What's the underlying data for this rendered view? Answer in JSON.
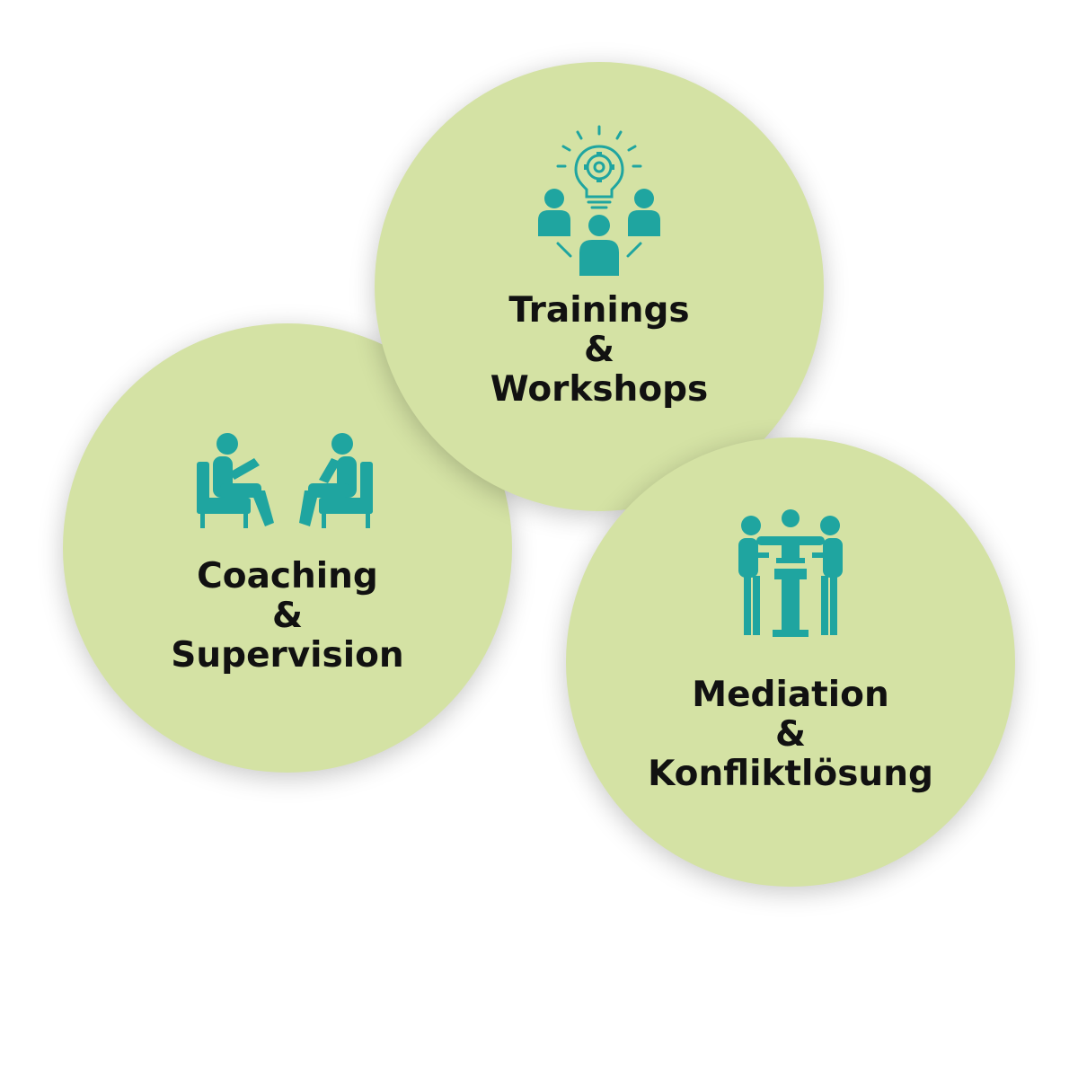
{
  "accent_color": "#1fa5a0",
  "circle_color": "#d4e2a4",
  "services": [
    {
      "id": "trainings",
      "icon": "team-lightbulb-gear-icon",
      "line1": "Trainings",
      "amp": "&",
      "line2": "Workshops"
    },
    {
      "id": "coaching",
      "icon": "two-people-armchairs-icon",
      "line1": "Coaching",
      "amp": "&",
      "line2": "Supervision"
    },
    {
      "id": "mediation",
      "icon": "three-people-round-table-icon",
      "line1": "Mediation",
      "amp": "&",
      "line2": "Konfliktlösung"
    }
  ]
}
